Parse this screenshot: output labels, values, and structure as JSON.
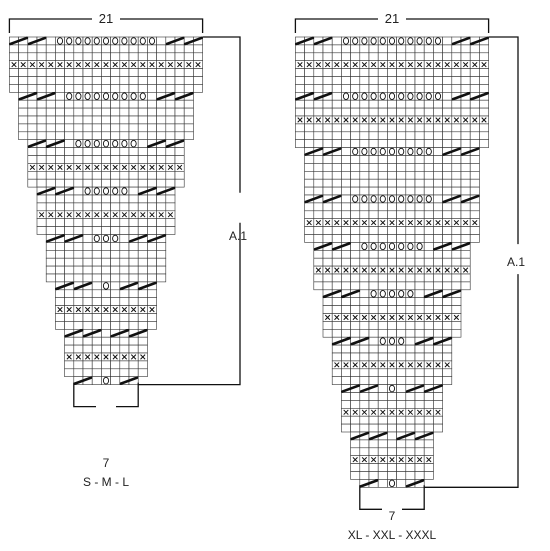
{
  "charts": [
    {
      "id": "left",
      "top_width_label": "21",
      "bottom_width_label": "7",
      "repeat_label": "A.1",
      "sizes_label": "S - M - L",
      "tiers": [
        {
          "stitches": 21,
          "rows": 7,
          "decrease_row": "top",
          "pattern_row": "cross",
          "pattern_row_index": 3
        },
        {
          "stitches": 19,
          "rows": 6,
          "decrease_row": "top",
          "pattern_row": null
        },
        {
          "stitches": 17,
          "rows": 6,
          "decrease_row": "top",
          "pattern_row": "cross",
          "pattern_row_index": 3
        },
        {
          "stitches": 15,
          "rows": 6,
          "decrease_row": "top",
          "pattern_row": "cross",
          "pattern_row_index": 3
        },
        {
          "stitches": 13,
          "rows": 6,
          "decrease_row": "top",
          "pattern_row": null
        },
        {
          "stitches": 11,
          "rows": 6,
          "decrease_row": "top",
          "pattern_row": "cross",
          "pattern_row_index": 3
        },
        {
          "stitches": 9,
          "rows": 6,
          "decrease_row": "top",
          "pattern_row": "cross",
          "pattern_row_index": 3
        },
        {
          "stitches": 7,
          "rows": 1,
          "decrease_row": "top",
          "pattern_row": null
        }
      ]
    },
    {
      "id": "right",
      "top_width_label": "21",
      "bottom_width_label": "7",
      "repeat_label": "A.1",
      "sizes_label": "XL - XXL - XXXL",
      "tiers": [
        {
          "stitches": 21,
          "rows": 7,
          "decrease_row": "top",
          "pattern_row": "cross",
          "pattern_row_index": 3
        },
        {
          "stitches": 21,
          "rows": 7,
          "decrease_row": "top",
          "pattern_row": "cross",
          "pattern_row_index": 3
        },
        {
          "stitches": 19,
          "rows": 6,
          "decrease_row": "top",
          "pattern_row": null
        },
        {
          "stitches": 19,
          "rows": 6,
          "decrease_row": "top",
          "pattern_row": "cross",
          "pattern_row_index": 3
        },
        {
          "stitches": 17,
          "rows": 6,
          "decrease_row": "top",
          "pattern_row": "cross",
          "pattern_row_index": 3
        },
        {
          "stitches": 15,
          "rows": 6,
          "decrease_row": "top",
          "pattern_row": "cross",
          "pattern_row_index": 3
        },
        {
          "stitches": 13,
          "rows": 6,
          "decrease_row": "top",
          "pattern_row": "cross",
          "pattern_row_index": 3
        },
        {
          "stitches": 11,
          "rows": 6,
          "decrease_row": "top",
          "pattern_row": "cross",
          "pattern_row_index": 3
        },
        {
          "stitches": 9,
          "rows": 6,
          "decrease_row": "top",
          "pattern_row": "cross",
          "pattern_row_index": 3
        },
        {
          "stitches": 7,
          "rows": 1,
          "decrease_row": "top",
          "pattern_row": null
        }
      ]
    }
  ],
  "symbols": {
    "decrease": "slanted-bar",
    "yarn_over": "oval",
    "pattern_stitch": "x"
  },
  "colors": {
    "grid": "#333333",
    "background": "#ffffff"
  }
}
